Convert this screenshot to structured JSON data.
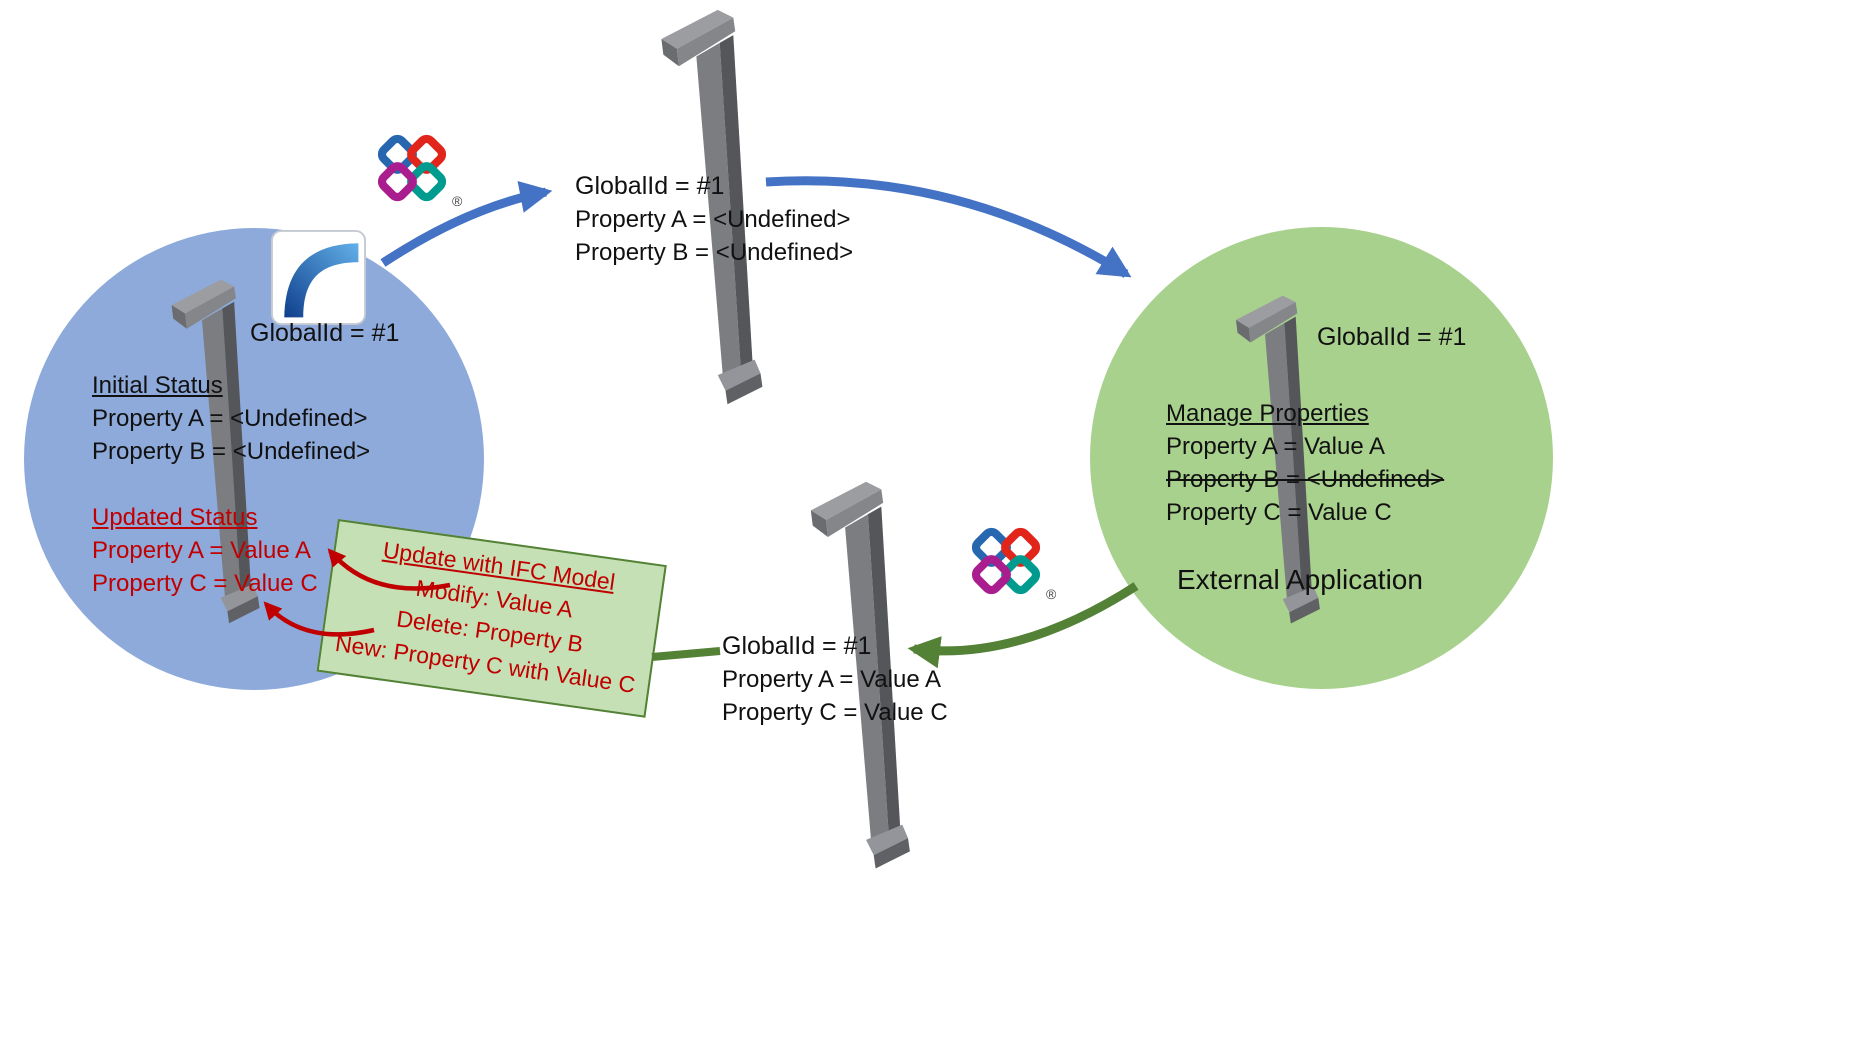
{
  "diagram_title": "IFC round-trip property update workflow",
  "colors": {
    "left_circle_fill": "#8EAADB",
    "right_circle_fill": "#A9D18E",
    "update_box_fill": "#C5E0B4",
    "update_box_border": "#538135",
    "blue_arrow": "#4472C4",
    "green_arrow": "#538135",
    "red_text": "#C00000"
  },
  "left_circle": {
    "global_id": "GlobalId = #1",
    "initial_heading": "Initial Status",
    "initial_props": [
      "Property A = <Undefined>",
      "Property B = <Undefined>"
    ],
    "updated_heading": "Updated Status",
    "updated_props": [
      "Property A = Value A",
      "Property C = Value C"
    ]
  },
  "top_ifc_model": {
    "global_id": "GlobalId = #1",
    "props": [
      "Property A = <Undefined>",
      "Property B = <Undefined>"
    ]
  },
  "right_circle": {
    "global_id": "GlobalId = #1",
    "heading": "Manage Properties",
    "props": [
      "Property A = Value A",
      "Property B = <Undefined>",
      "Property C = Value C"
    ],
    "label": "External Application"
  },
  "bottom_ifc_model": {
    "global_id": "GlobalId = #1",
    "props": [
      "Property A = Value A",
      "Property C = Value C"
    ]
  },
  "update_box": {
    "heading": "Update with IFC Model",
    "lines": [
      "Modify: Value A",
      "Delete: Property B",
      "New: Property C with Value C"
    ]
  },
  "icons": {
    "ifc_logo": "ifc-buildingsmart-logo",
    "archicad_logo": "archicad-logo",
    "beam": "steel-beam-image"
  },
  "marks": {
    "registered": "®"
  }
}
